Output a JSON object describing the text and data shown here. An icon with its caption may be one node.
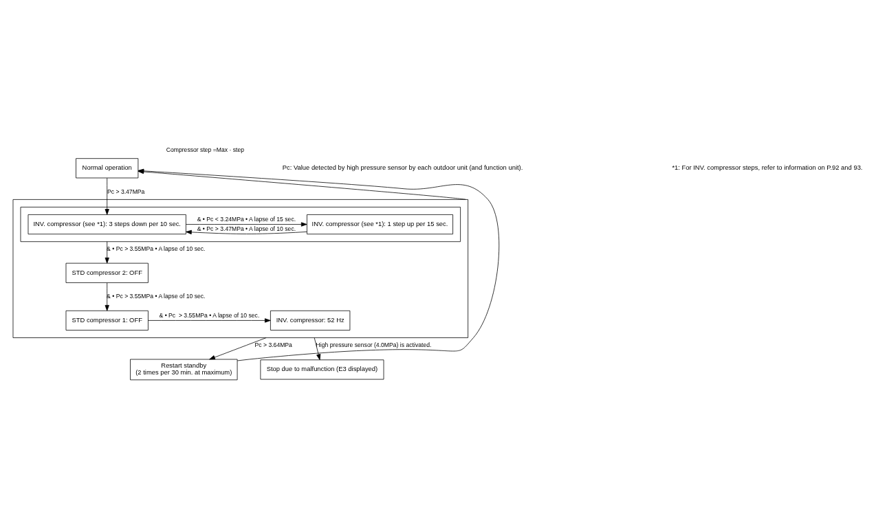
{
  "diagram": {
    "nodes": [
      {
        "text": [
          "Normal operation"
        ]
      },
      {
        "text": [],
        "shape": "box"
      },
      {
        "text": [],
        "shape": "box",
        "in": 1
      },
      {
        "text": [
          "INV. compressor (see *1): 3 steps down per 10 sec."
        ],
        "in": 2
      },
      {
        "text": [
          "INV. compressor (see *1): 1 step up per 15 sec."
        ],
        "in": 2
      },
      {
        "text": [
          "STD compressor 2: OFF"
        ],
        "in": 1
      },
      {
        "text": [
          "STD compressor 1: OFF"
        ],
        "in": 1
      },
      {
        "text": [
          "INV. compressor: 52 Hz"
        ],
        "in": 1
      },
      {
        "text": [
          "Restart standby",
          "(2 times per 30 min. at maximum)"
        ]
      },
      {
        "text": [
          "Stop due to malfunction (E3 displayed)"
        ]
      }
    ],
    "edges": [
      {
        "from": 0,
        "to": 3,
        "arrow": "to",
        "label": "Pc > 3.47MPa"
      },
      {
        "from": 1,
        "to": 0,
        "arrow": "to",
        "label": "Compressor step =Max · step"
      },
      {
        "from": 3,
        "to": 4,
        "arrow": "to",
        "label": "& • Pc < 3.24MPa • A lapse of 15 sec."
      },
      {
        "from": 4,
        "to": 3,
        "arrow": "to",
        "label": "& • Pc > 3.47MPa • A lapse of 10 sec."
      },
      {
        "from": 2,
        "to": 5,
        "arrow": "to",
        "label": "& • Pc > 3.55MPa • A lapse of 10 sec."
      },
      {
        "from": 5,
        "to": 6,
        "arrow": "to",
        "label": "& • Pc > 3.55MPa • A lapse of 10 sec."
      },
      {
        "from": 6,
        "to": 7,
        "arrow": "to",
        "label": "& • Pc  > 3.55MPa • A lapse of 10 sec."
      },
      {
        "from": 1,
        "to": 8,
        "arrow": "to",
        "label": "Pc > 3.64MPa"
      },
      {
        "from": 1,
        "to": 9,
        "arrow": "to",
        "label": "High pressure sensor (4.0MPa) is activated."
      },
      {
        "from": 8,
        "to": 0,
        "arrow": "to"
      }
    ],
    "labels": [
      "Pc: Value detected by high pressure sensor by each outdoor unit (and function unit).",
      "*1: For INV. compressor steps, refer to information on P.92 and 93."
    ]
  }
}
